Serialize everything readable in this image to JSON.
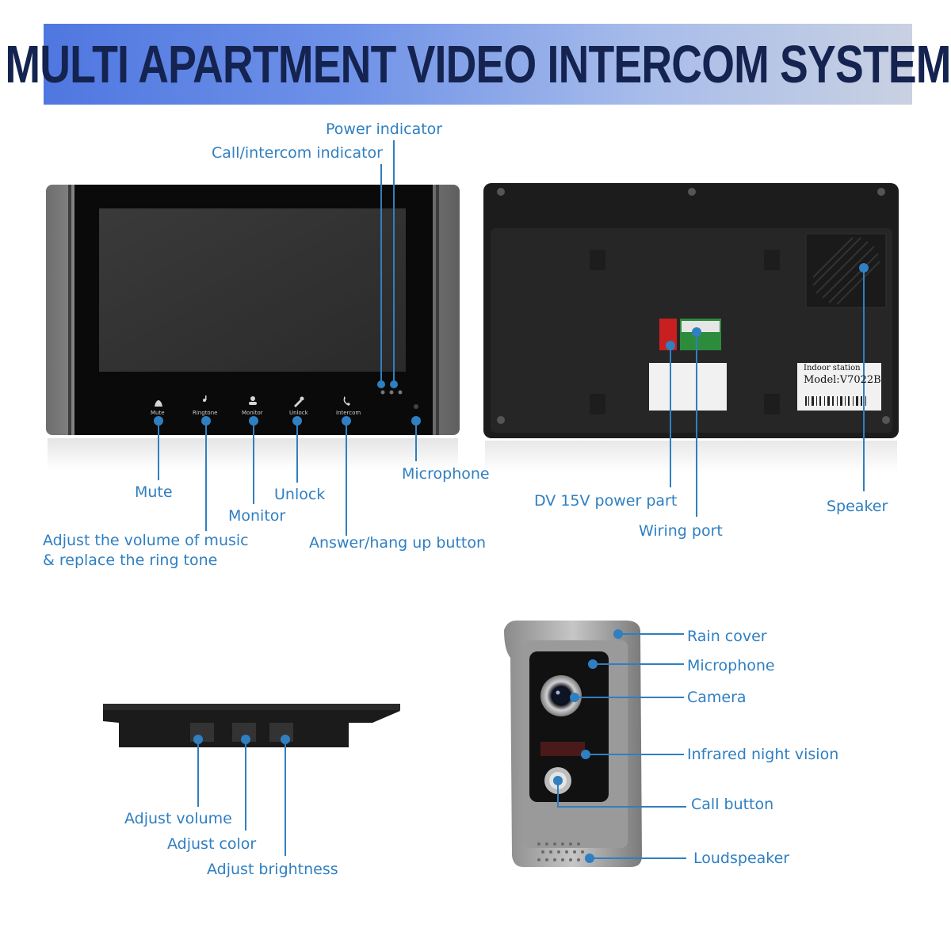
{
  "banner": {
    "title": "MULTI APARTMENT VIDEO INTERCOM SYSTEM"
  },
  "monitor_front": {
    "indicators": {
      "power": "Power indicator",
      "call_intercom": "Call/intercom indicator"
    },
    "buttons": [
      {
        "icon": "bell-icon",
        "text": "Mute",
        "callout": "Mute"
      },
      {
        "icon": "music-note-icon",
        "text": "Ringtone",
        "callout": "Adjust the volume of music\n& replace the ring tone"
      },
      {
        "icon": "person-icon",
        "text": "Monitor",
        "callout": "Monitor"
      },
      {
        "icon": "key-icon",
        "text": "Unlock",
        "callout": "Unlock"
      },
      {
        "icon": "phone-icon",
        "text": "Intercom",
        "callout": "Answer/hang up button"
      }
    ],
    "microphone": "Microphone"
  },
  "monitor_back": {
    "power_port": "DV 15V power part",
    "wiring_port": "Wiring port",
    "speaker": "Speaker",
    "plate_title": "Indoor station",
    "plate_model": "Model:V7022B"
  },
  "monitor_side": {
    "volume": "Adjust volume",
    "color": "Adjust color",
    "brightness": "Adjust brightness"
  },
  "outdoor_unit": {
    "rain_cover": "Rain cover",
    "microphone": "Microphone",
    "camera": "Camera",
    "infrared": "Infrared night vision",
    "call_button": "Call button",
    "loudspeaker": "Loudspeaker"
  },
  "colors": {
    "label_blue": "#2f7fc1",
    "title_navy": "#14234f"
  }
}
